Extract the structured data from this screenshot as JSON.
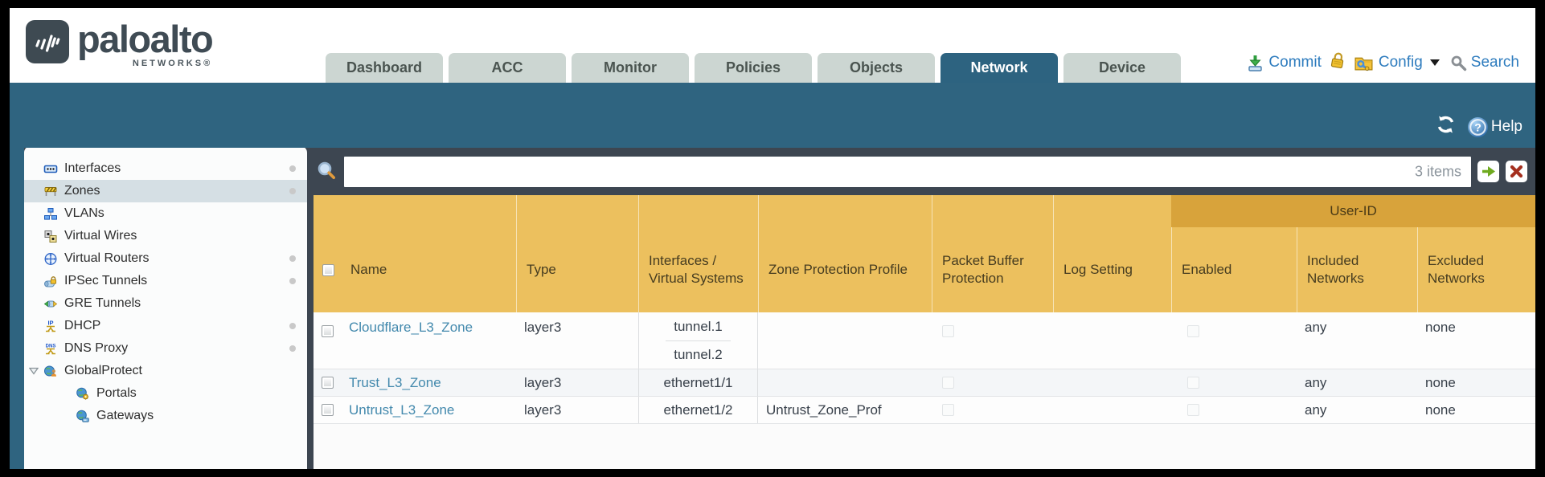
{
  "colors": {
    "teal": "#2f6480",
    "slate": "#3d4651",
    "header_gold": "#ecc05e",
    "userid_gold": "#d8a33b",
    "link_blue": "#4389ad",
    "tab_inactive": "#ccd6d2"
  },
  "brand": {
    "name": "paloalto",
    "sub": "NETWORKS®"
  },
  "nav": {
    "tabs": [
      {
        "label": "Dashboard"
      },
      {
        "label": "ACC"
      },
      {
        "label": "Monitor"
      },
      {
        "label": "Policies"
      },
      {
        "label": "Objects"
      },
      {
        "label": "Network"
      },
      {
        "label": "Device"
      }
    ],
    "active_tab": "Network",
    "utilities": {
      "commit": "Commit",
      "config": "Config",
      "search": "Search"
    }
  },
  "toolbar": {
    "help": "Help"
  },
  "sidebar": {
    "items": [
      {
        "label": "Interfaces"
      },
      {
        "label": "Zones"
      },
      {
        "label": "VLANs"
      },
      {
        "label": "Virtual Wires"
      },
      {
        "label": "Virtual Routers"
      },
      {
        "label": "IPSec Tunnels"
      },
      {
        "label": "GRE Tunnels"
      },
      {
        "label": "DHCP"
      },
      {
        "label": "DNS Proxy"
      },
      {
        "label": "GlobalProtect"
      },
      {
        "label": "Portals"
      },
      {
        "label": "Gateways"
      }
    ],
    "selected": "Zones"
  },
  "filter": {
    "count": "3 items",
    "value": ""
  },
  "table": {
    "group_header": "User-ID",
    "columns": [
      "Name",
      "Type",
      "Interfaces / Virtual Systems",
      "Zone Protection Profile",
      "Packet Buffer Protection",
      "Log Setting",
      "Enabled",
      "Included Networks",
      "Excluded Networks"
    ],
    "rows": [
      {
        "name": "Cloudflare_L3_Zone",
        "type": "layer3",
        "interfaces": [
          "tunnel.1",
          "tunnel.2"
        ],
        "zone_protection_profile": "",
        "log_setting": "",
        "included_networks": "any",
        "excluded_networks": "none"
      },
      {
        "name": "Trust_L3_Zone",
        "type": "layer3",
        "interfaces": [
          "ethernet1/1"
        ],
        "zone_protection_profile": "",
        "log_setting": "",
        "included_networks": "any",
        "excluded_networks": "none"
      },
      {
        "name": "Untrust_L3_Zone",
        "type": "layer3",
        "interfaces": [
          "ethernet1/2"
        ],
        "zone_protection_profile": "Untrust_Zone_Prof",
        "log_setting": "",
        "included_networks": "any",
        "excluded_networks": "none"
      }
    ]
  }
}
